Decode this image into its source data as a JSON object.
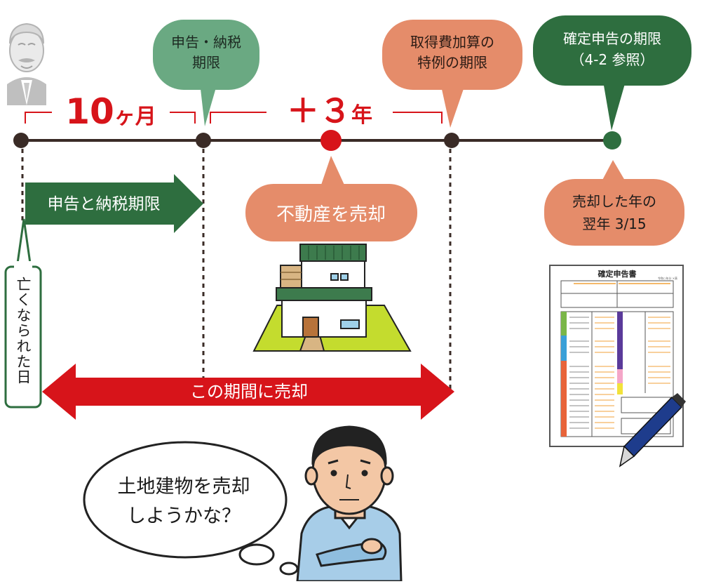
{
  "timeline": {
    "span_label": {
      "number": "10",
      "unit": "ヶ月"
    },
    "extension_label": {
      "number": "＋３",
      "unit": "年"
    },
    "death_label": "亡くなられた日",
    "filing_arrow_label": "申告と納税期限",
    "sale_period_label": "この期間に売却"
  },
  "bubbles": {
    "filing_deadline": {
      "line1": "申告・納税",
      "line2": "期限"
    },
    "special_deadline": {
      "line1": "取得費加算の",
      "line2": "特例の期限"
    },
    "final_return_deadline": {
      "line1": "確定申告の期限",
      "line2": "（4-2 参照）"
    },
    "sell_property": "不動産を売却",
    "next_year": {
      "line1": "売却した年の",
      "line2": "翌年 3/15"
    }
  },
  "form": {
    "title": "確定申告書",
    "subtitle": "令和○年分 ×表"
  },
  "thought": {
    "line1": "土地建物を売却",
    "line2": "しようかな？"
  },
  "colors": {
    "accent_red": "#d7141a",
    "timeline": "#3a2b26",
    "green_light": "#6aa982",
    "green_dark": "#2e6e3f",
    "salmon": "#e58c6a",
    "lawn": "#c4dc2e"
  }
}
